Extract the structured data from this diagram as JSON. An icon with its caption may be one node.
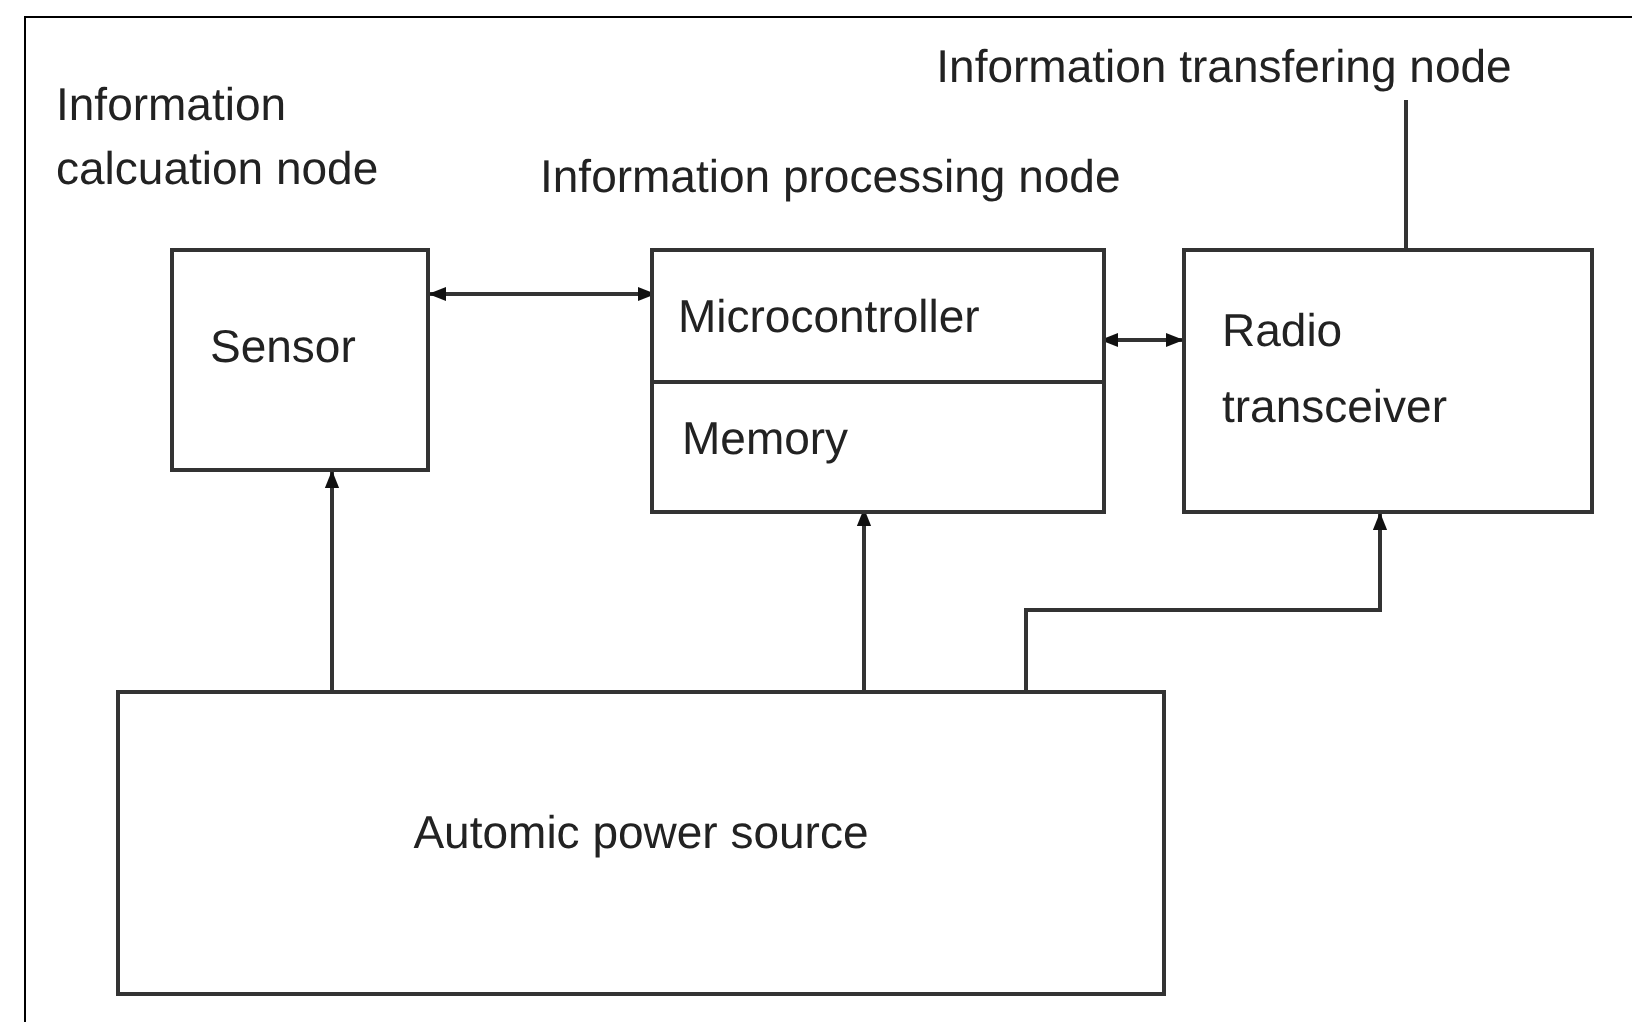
{
  "diagram": {
    "nodes": [
      {
        "text": [
          "Sensor"
        ],
        "beside": [
          "Information calcuation node"
        ]
      },
      {
        "text": [],
        "shape": "box",
        "beside": [
          "Information processing node"
        ]
      },
      {
        "text": [
          "Microcontroller"
        ],
        "in": 1
      },
      {
        "text": [
          "Memory"
        ],
        "in": 1
      },
      {
        "text": [
          "Information transfering node"
        ]
      },
      {
        "text": [
          "Radio transceiver"
        ]
      },
      {
        "text": [
          "Automic power source"
        ]
      }
    ],
    "edges": [
      {
        "from": 0,
        "to": 2,
        "arrow": "both"
      },
      {
        "from": 2,
        "to": 5,
        "arrow": "both"
      },
      {
        "from": 6,
        "to": 0,
        "arrow": "to"
      },
      {
        "from": 6,
        "to": 3,
        "arrow": "to"
      },
      {
        "from": 6,
        "to": 5,
        "arrow": "to"
      },
      {
        "from": 4,
        "to": 5,
        "arrow": "none"
      }
    ]
  }
}
